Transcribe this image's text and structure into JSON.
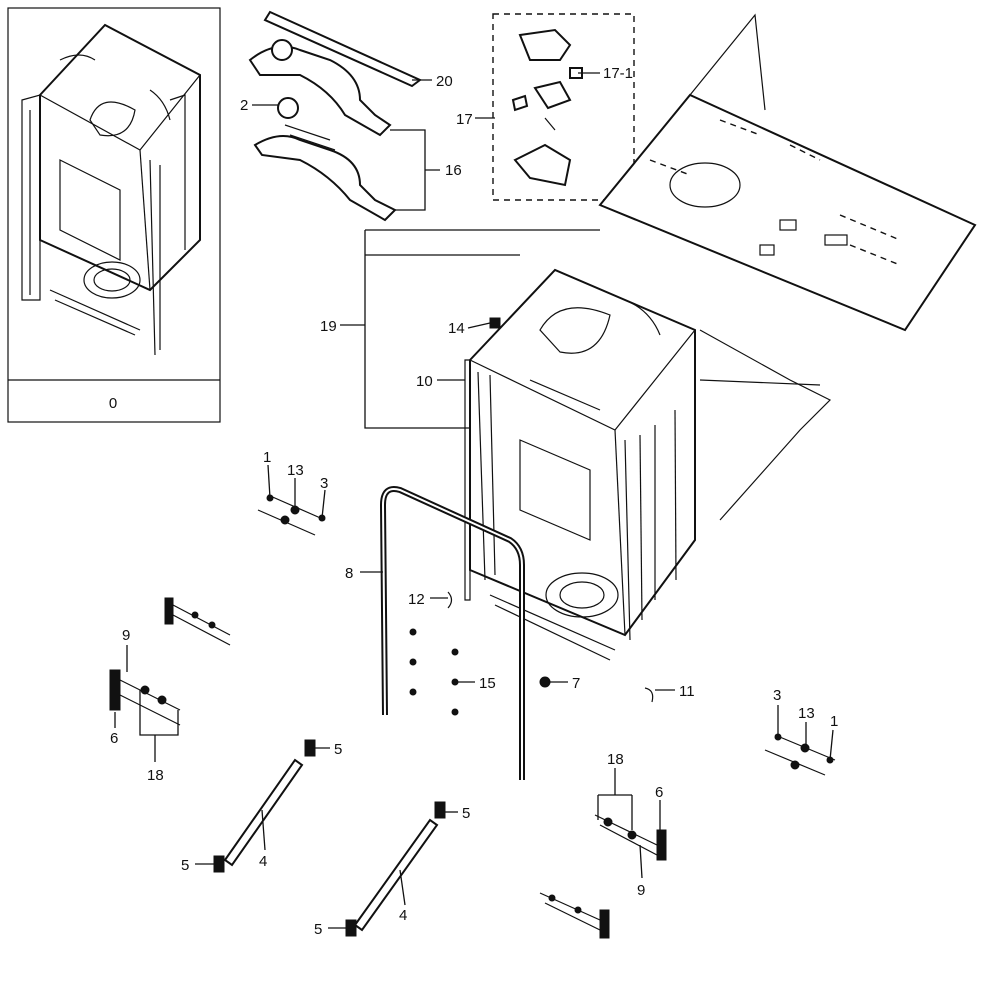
{
  "inset": {
    "label": "0"
  },
  "callouts": {
    "c20": "20",
    "c2": "2",
    "c16": "16",
    "c17": "17",
    "c171": "17-1",
    "c19": "19",
    "c14": "14",
    "c10": "10",
    "c1a": "1",
    "c13a": "13",
    "c3a": "3",
    "c8": "8",
    "c12": "12",
    "c15": "15",
    "c7": "7",
    "c11": "11",
    "c9a": "9",
    "c6a": "6",
    "c18a": "18",
    "c5a": "5",
    "c4a": "4",
    "c5b": "5",
    "c5c": "5",
    "c4b": "4",
    "c5d": "5",
    "c18b": "18",
    "c6b": "6",
    "c9b": "9",
    "c3b": "3",
    "c13b": "13",
    "c1b": "1"
  }
}
